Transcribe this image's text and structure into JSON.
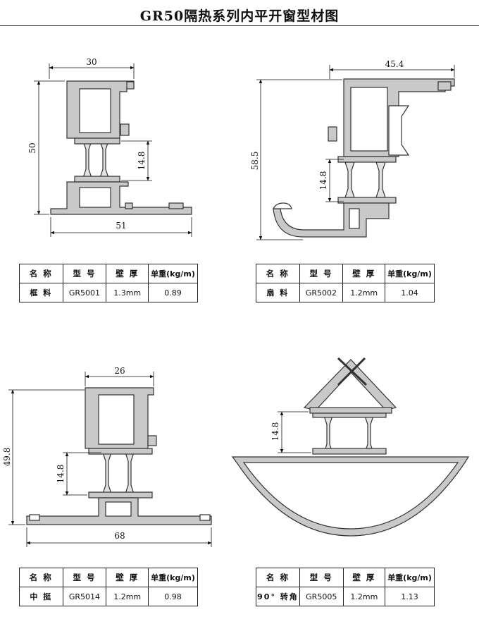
{
  "page": {
    "title": "GR50隔热系列内平开窗型材图"
  },
  "table_headers": {
    "name": "名 称",
    "model": "型 号",
    "thickness": "壁 厚",
    "weight": "单重(kg/m)"
  },
  "profiles": [
    {
      "name": "框 料",
      "model": "GR5001",
      "thickness": "1.3mm",
      "weight": "0.89",
      "dims": {
        "top": "30",
        "bottom": "51",
        "height": "50",
        "inner": "14.8"
      }
    },
    {
      "name": "扇 料",
      "model": "GR5002",
      "thickness": "1.2mm",
      "weight": "1.04",
      "dims": {
        "top": "45.4",
        "height": "58.5",
        "inner": "14.8"
      }
    },
    {
      "name": "中 挺",
      "model": "GR5014",
      "thickness": "1.2mm",
      "weight": "0.98",
      "dims": {
        "top": "26",
        "bottom": "68",
        "height": "49.8",
        "inner": "14.8"
      }
    },
    {
      "name": "90° 转角",
      "model": "GR5005",
      "thickness": "1.2mm",
      "weight": "1.13",
      "dims": {
        "inner": "14.8"
      }
    }
  ],
  "colors": {
    "profile_fill": "#c9c9c9",
    "profile_stroke": "#333333",
    "insulation_fill": "#e2e2e2"
  }
}
